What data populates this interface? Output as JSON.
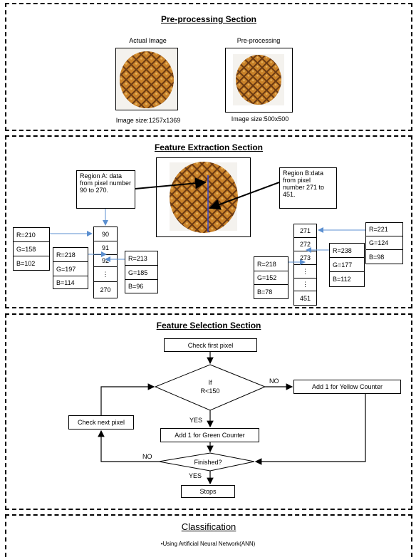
{
  "preprocessing": {
    "title": "Pre-processing Section",
    "actual_label": "Actual Image",
    "pre_label": "Pre-processing",
    "actual_size": "Image size:1257x1369",
    "pre_size": "Image size:500x500"
  },
  "feature_extraction": {
    "title": "Feature Extraction Section",
    "region_a": "Region A: data from pixel number 90 to 270.",
    "region_b": "Region B:data from pixel number 271 to 451.",
    "left_rgb_1": [
      "R=210",
      "G=158",
      "B=102"
    ],
    "left_rgb_2": [
      "R=218",
      "G=197",
      "B=114"
    ],
    "left_pixels": [
      "90",
      "91",
      "92",
      "⋮",
      "270"
    ],
    "left_rgb_3": [
      "R=213",
      "G=185",
      "B=96"
    ],
    "right_pixels": [
      "271",
      "272",
      "273",
      "⋮",
      "⋮",
      "451"
    ],
    "right_rgb_1": [
      "R=221",
      "G=124",
      "B=98"
    ],
    "right_rgb_2": [
      "R=238",
      "G=177",
      "B=112"
    ],
    "right_rgb_3": [
      "R=218",
      "G=152",
      "B=78"
    ]
  },
  "feature_selection": {
    "title": "Feature Selection Section",
    "check_first": "Check first pixel",
    "condition_if": "If",
    "condition_expr": "R<150",
    "yellow": "Add 1 for Yellow Counter",
    "green": "Add 1 for Green Counter",
    "check_next": "Check next pixel",
    "finished": "Finished?",
    "stops": "Stops",
    "no_1": "NO",
    "yes_1": "YES",
    "no_2": "NO",
    "yes_2": "YES"
  },
  "classification": {
    "title": "Classification",
    "bullet": "•Using Artificial Neural Network(ANN)"
  },
  "colors": {
    "arrow_blue": "#5b8fd0",
    "pineapple_orange": "#c9822a",
    "pineapple_dark": "#6b3a12",
    "line": "#000000"
  }
}
